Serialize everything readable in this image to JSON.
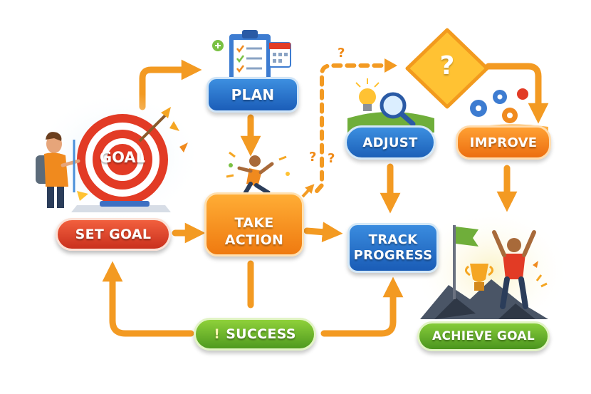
{
  "nodes": {
    "set_goal": "SET GOAL",
    "goal_target": "GOAL",
    "plan": "PLAN",
    "take_action": [
      "TAKE",
      "ACTION"
    ],
    "adjust": "ADJUST",
    "decision": "?",
    "improve": "IMPROVE",
    "track_progress": [
      "TRACK",
      "PROGRESS"
    ],
    "success_mark": "!",
    "success": "SUCCESS",
    "achieve_goal": "ACHIEVE GOAL"
  },
  "question_marks": [
    "?",
    "?",
    "?"
  ],
  "connections": [
    {
      "from": "set_goal",
      "to": "plan"
    },
    {
      "from": "plan",
      "to": "take_action"
    },
    {
      "from": "set_goal",
      "to": "take_action"
    },
    {
      "from": "take_action",
      "to": "decision",
      "style": "dashed"
    },
    {
      "from": "take_action",
      "to": "track_progress"
    },
    {
      "from": "decision",
      "to": "improve"
    },
    {
      "from": "adjust",
      "to": "track_progress"
    },
    {
      "from": "improve",
      "to": "achieve_goal"
    },
    {
      "from": "take_action",
      "to": "success"
    },
    {
      "from": "success",
      "to": "set_goal"
    },
    {
      "from": "success",
      "to": "track_progress"
    }
  ],
  "colors": {
    "arrow": "#f39a22",
    "red": "#e0482c",
    "blue": "#2470cc",
    "orange": "#f58a1e",
    "green": "#69b52c",
    "yellow": "#ffc233"
  },
  "icons": [
    "archer-person-icon",
    "target-icon",
    "clipboard-checklist-icon",
    "calendar-icon",
    "runner-icon",
    "lightbulb-icon",
    "magnifier-icon",
    "gears-icon",
    "trophy-icon",
    "flag-icon",
    "celebrating-person-icon"
  ]
}
